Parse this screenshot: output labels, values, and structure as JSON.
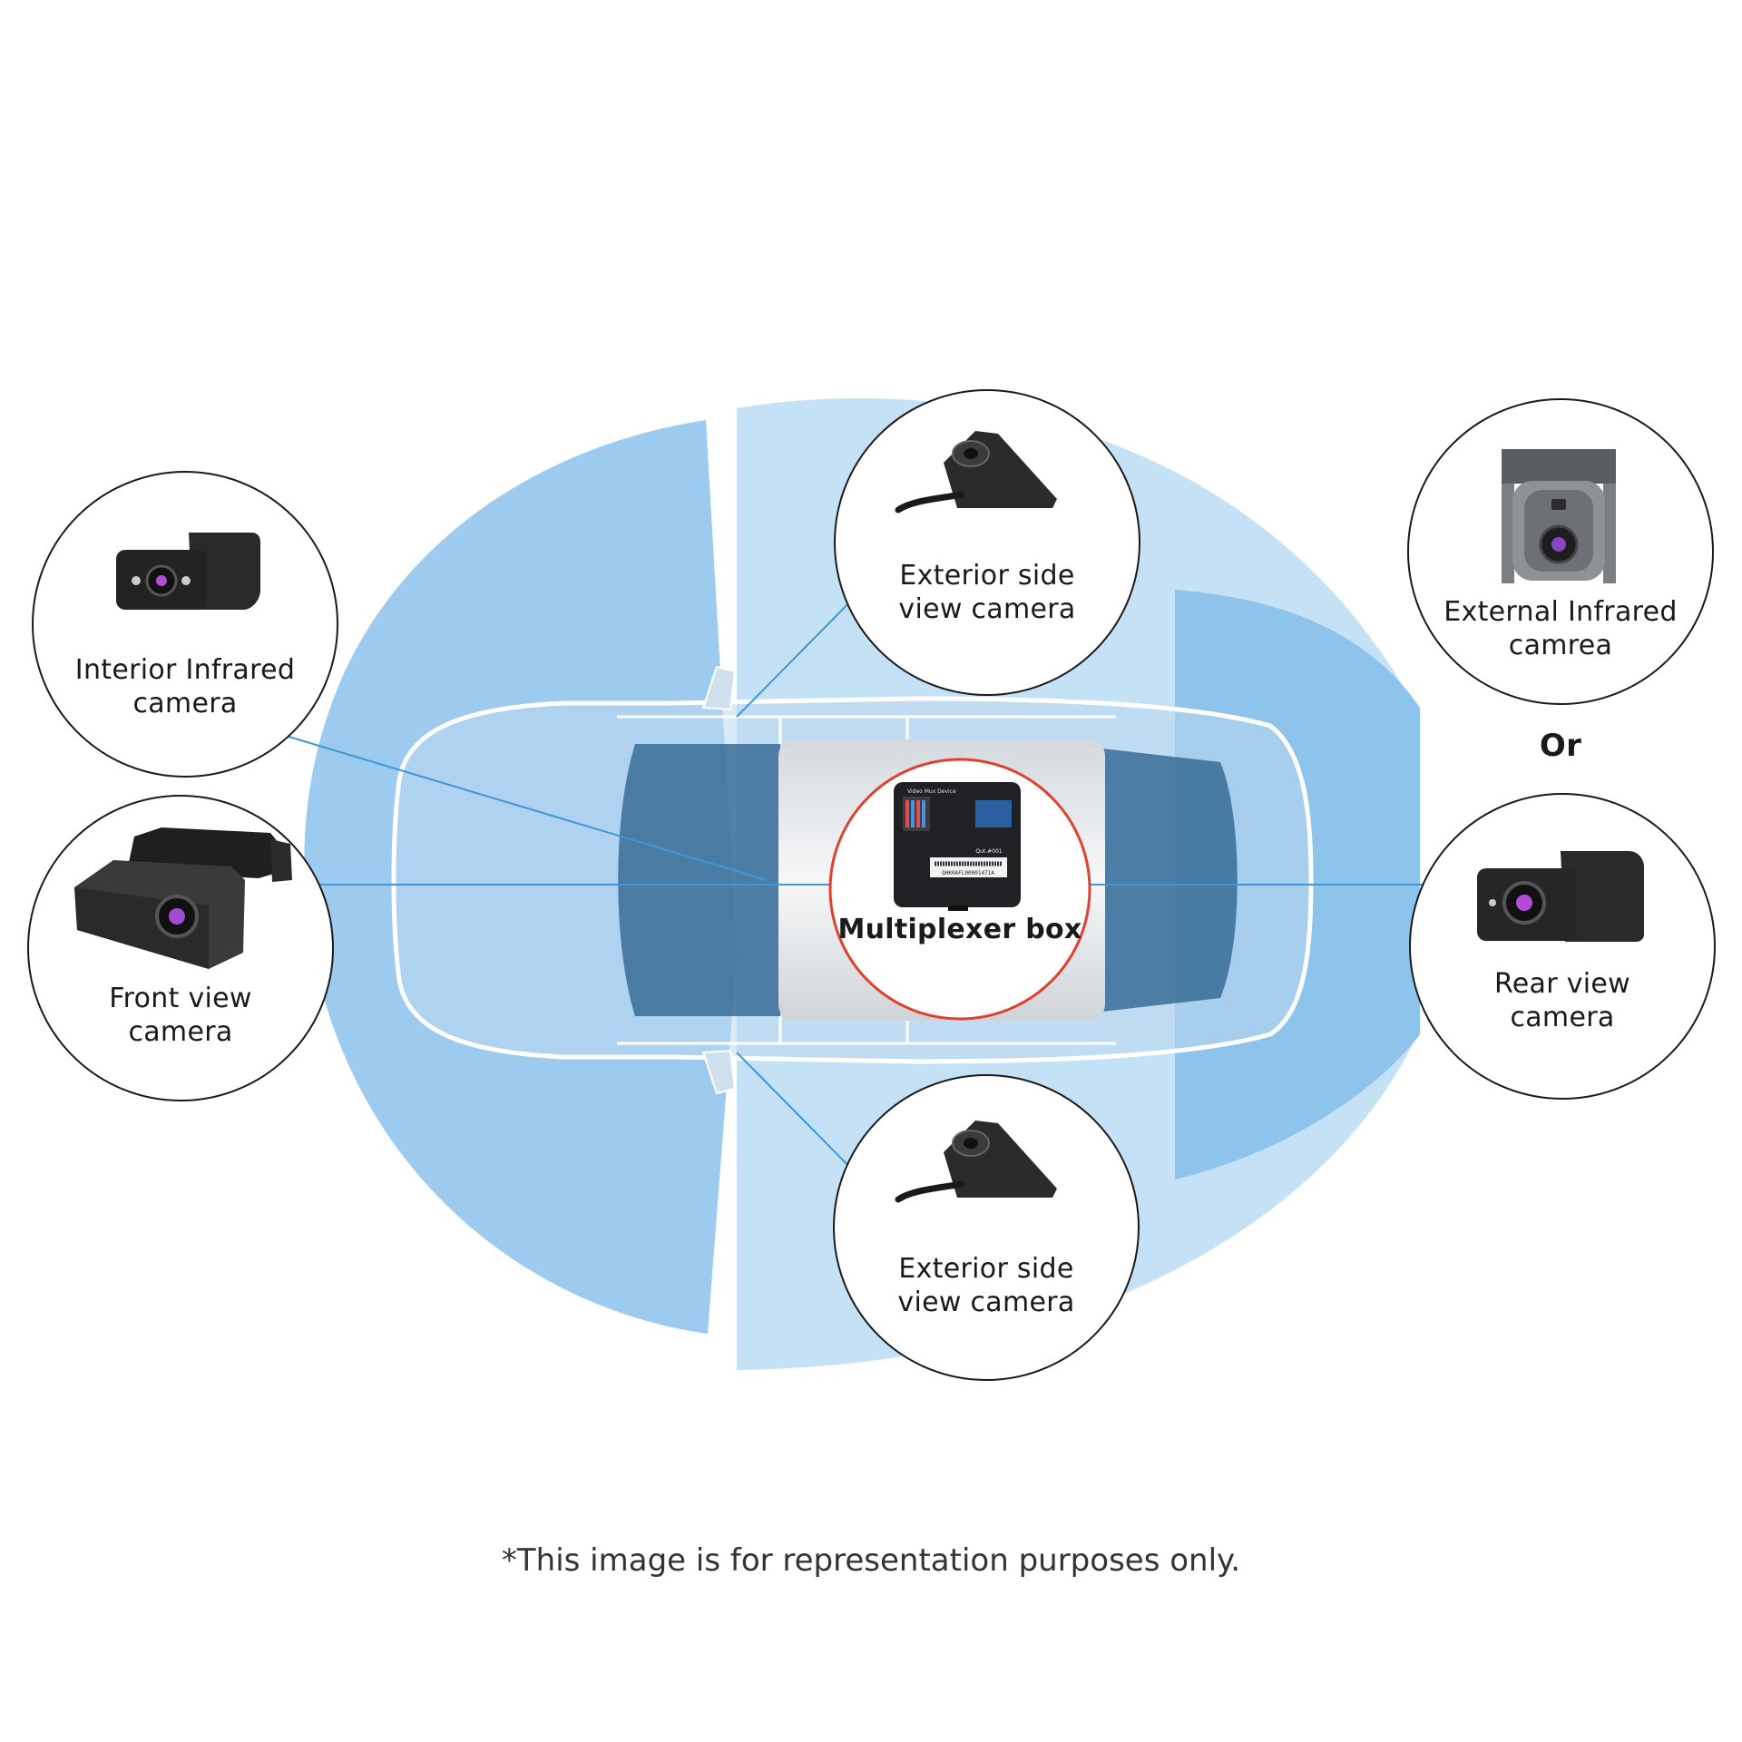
{
  "colors": {
    "coverage_light": "#c5e1f6",
    "coverage_mid": "#9dcbef",
    "coverage_dark": "#8ec3ec",
    "connector_line": "#3d97d8",
    "circle_border": "#1a1a1a",
    "multiplexer_border": "#e0402c"
  },
  "cameras": {
    "interior_infrared": {
      "line1": "Interior Infrared",
      "line2": "camera",
      "icon": "interior-infrared-camera-icon"
    },
    "front_view": {
      "line1": "Front view",
      "line2": "camera",
      "icon": "front-view-dashcam-icon"
    },
    "exterior_side_top": {
      "line1": "Exterior side",
      "line2": "view camera",
      "icon": "side-camera-icon"
    },
    "exterior_side_bottom": {
      "line1": "Exterior side",
      "line2": "view camera",
      "icon": "side-camera-icon"
    },
    "external_infrared": {
      "line1": "External Infrared",
      "line2": "camrea",
      "icon": "external-infrared-camera-icon"
    },
    "rear_view": {
      "line1": "Rear view",
      "line2": "camera",
      "icon": "rear-view-camera-icon"
    }
  },
  "or_text": "Or",
  "multiplexer": {
    "label": "Multiplexer box",
    "device_header": "Video Mux Device",
    "serial": "QHK0AFL00001471A",
    "qty": "Qut.#001"
  },
  "footnote": "*This image is for representation purposes only."
}
